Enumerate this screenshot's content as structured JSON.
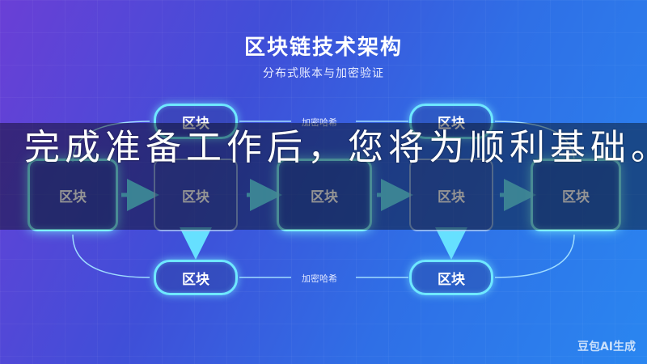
{
  "header": {
    "title": "区块链技术架构",
    "subtitle": "分布式账本与加密验证"
  },
  "diagram": {
    "block_label": "区块",
    "hash_label": "加密哈希"
  },
  "overlay": {
    "caption": "完成准备工作后，您将为顺利基础。"
  },
  "watermark": "豆包AI生成",
  "colors": {
    "background_start": "#6a3fd6",
    "background_end": "#2a86f0",
    "glow": "#6fe8ff"
  }
}
